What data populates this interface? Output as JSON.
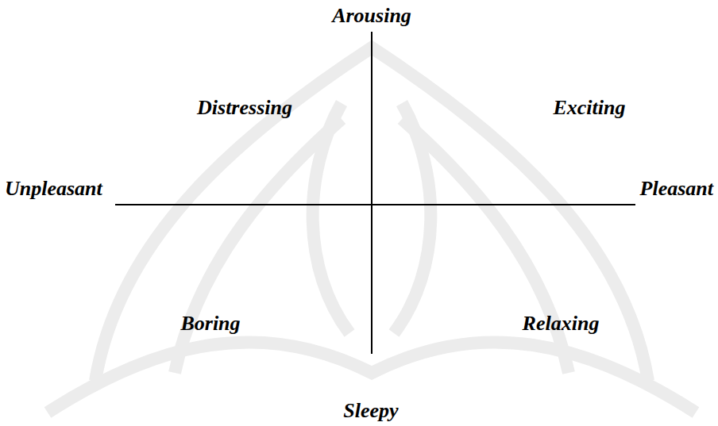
{
  "diagram": {
    "labels": [
      "Arousing",
      "Distressing",
      "Exciting",
      "Unpleasant",
      "Pleasant",
      "Boring",
      "Relaxing",
      "Sleepy"
    ]
  }
}
